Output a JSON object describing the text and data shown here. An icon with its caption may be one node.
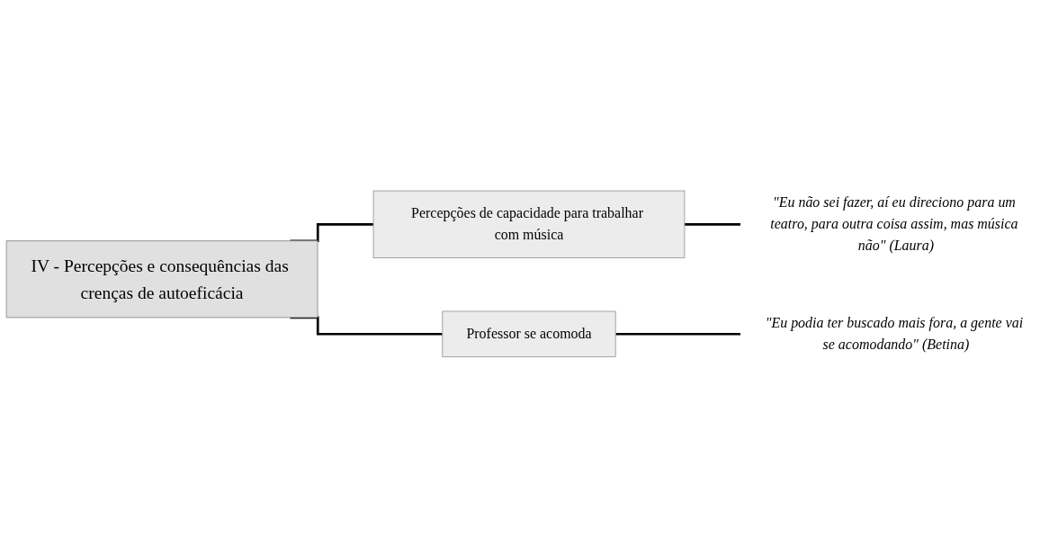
{
  "diagram": {
    "nodes": [
      {
        "text": [
          "IV - Percepções e consequências das crenças de autoeficácia"
        ]
      },
      {
        "text": [
          "Percepções de capacidade para trabalhar com música"
        ]
      },
      {
        "text": [
          "Professor se acomoda"
        ]
      },
      {
        "text": [
          "\"Eu não sei fazer, aí eu direciono para um teatro, para outra coisa assim, mas música não\" (Laura)"
        ]
      },
      {
        "text": [
          "\"Eu podia ter buscado mais fora, a gente vai se acomodando\" (Betina)"
        ]
      }
    ],
    "edges": [
      {
        "from": 0,
        "to": 1,
        "arrow": "none"
      },
      {
        "from": 0,
        "to": 2,
        "arrow": "none"
      },
      {
        "from": 1,
        "to": 3,
        "arrow": "none"
      },
      {
        "from": 2,
        "to": 4,
        "arrow": "none"
      }
    ]
  }
}
